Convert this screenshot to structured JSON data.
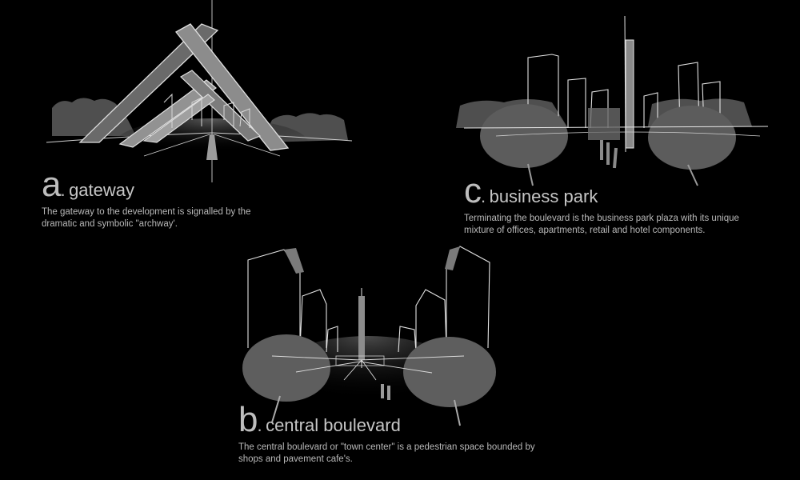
{
  "panels": {
    "gateway": {
      "letter": "a",
      "separator": ".",
      "title": "gateway",
      "description_line1": "The gateway to the development is signalled by the",
      "description_line2": "dramatic and symbolic \"archway'."
    },
    "business_park": {
      "letter": "c",
      "separator": ".",
      "title": "business park",
      "description_line1": "Terminating the boulevard is the business park plaza with its unique",
      "description_line2": "mixture of offices, apartments, retail and hotel components."
    },
    "central_boulevard": {
      "letter": "b",
      "separator": ".",
      "title": "central boulevard",
      "description_line1": "The central boulevard or \"town center\" is a pedestrian space  bounded by",
      "description_line2": "shops and pavement cafe's."
    }
  },
  "colors": {
    "background": "#000000",
    "foliage": "#5a5a5a",
    "foliage_light": "#7a7a7a",
    "arch_beam": "#6e6e6e",
    "line": "#e6e6e6"
  }
}
